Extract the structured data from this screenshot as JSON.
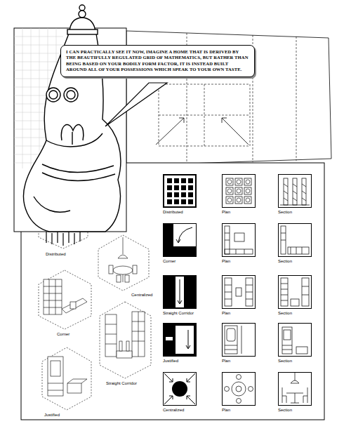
{
  "diagram": {
    "nodes": [
      {
        "text": [
          "I CAN PRACTICALLY SEE IT NOW, IMAGINE A HOME THAT IS DERIVED BY THE BEAUTIFULLY REGULATED GRID OF MATHEMATICS, BUT RATHER THAN BEING BASED ON YOUR BODILY FORM FACTOR, IT IS INSTEAD BUILT AROUND ALL OF YOUR POSSESSIONS WHICH SPEAK TO YOUR OWN TASTE."
        ]
      },
      {
        "text": [
          "Distributed"
        ]
      },
      {
        "text": [
          "Plan"
        ]
      },
      {
        "text": [
          "Section"
        ]
      },
      {
        "text": [
          "Corner"
        ]
      },
      {
        "text": [
          "Plan"
        ]
      },
      {
        "text": [
          "Section"
        ]
      },
      {
        "text": [
          "Straight Corridor"
        ]
      },
      {
        "text": [
          "Plan"
        ]
      },
      {
        "text": [
          "Section"
        ]
      },
      {
        "text": [
          "Justified"
        ]
      },
      {
        "text": [
          "Plan"
        ]
      },
      {
        "text": [
          "Section"
        ]
      },
      {
        "text": [
          "Centralized"
        ]
      },
      {
        "text": [
          "Plan"
        ]
      },
      {
        "text": [
          "Section"
        ]
      }
    ],
    "labels": [
      "Distributed",
      "Centralized",
      "Corner",
      "Straight Corridor",
      "Justified"
    ]
  }
}
